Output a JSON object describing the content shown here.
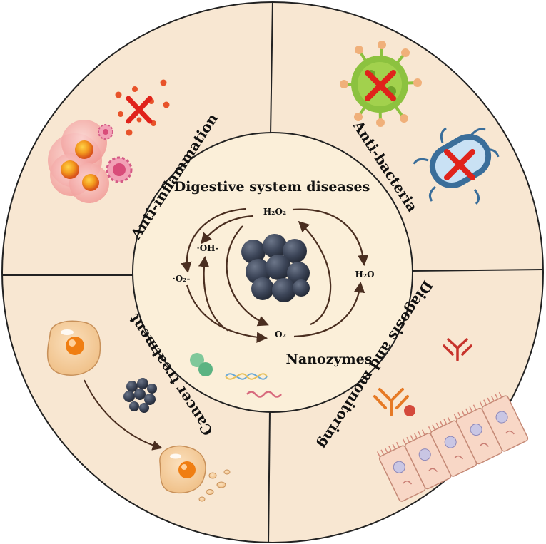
{
  "center": {
    "title": "Digestive system diseases",
    "nanozymes_label": "Nanozymes",
    "species": {
      "h2o2": "H₂O₂",
      "oh": "·OH-",
      "o2_radical": "·O₂-",
      "h2o": "H₂O",
      "o2": "O₂"
    }
  },
  "sectors": {
    "anti_inflammation": "Anti-inflammation",
    "anti_bacteria": "Anti-bacteria",
    "diagnosis": "Diagosis and monitoring",
    "cancer": "Cancer treatment"
  },
  "colors": {
    "ring_fill": "#f8e7d2",
    "inner_fill": "#fbefd9",
    "outline": "#222222",
    "arrow": "#4a2e20",
    "nanoparticle": "#3c4558",
    "cross": "#e0231b",
    "virus": "#8cc23f",
    "bacterium": "#3a6e9a",
    "cell": "#f3c89a"
  }
}
